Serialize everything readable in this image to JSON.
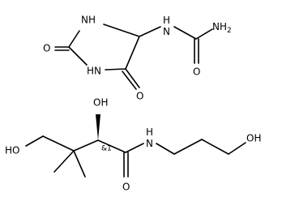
{
  "structures": [
    {
      "atoms": {
        "o_ring_left": "O",
        "nh_top": "NH",
        "nh_bottom": "HN",
        "o_ring_bottom": "O",
        "nh_linker": "H\nN",
        "nh2": "NH2",
        "o_urea": "O"
      }
    },
    {
      "atoms": {
        "oh_top": "OH",
        "ho_left": "HO",
        "stereo_tag": "&1",
        "nh_amide": "H\nN",
        "o_amide": "O",
        "oh_right": "OH"
      }
    }
  ]
}
